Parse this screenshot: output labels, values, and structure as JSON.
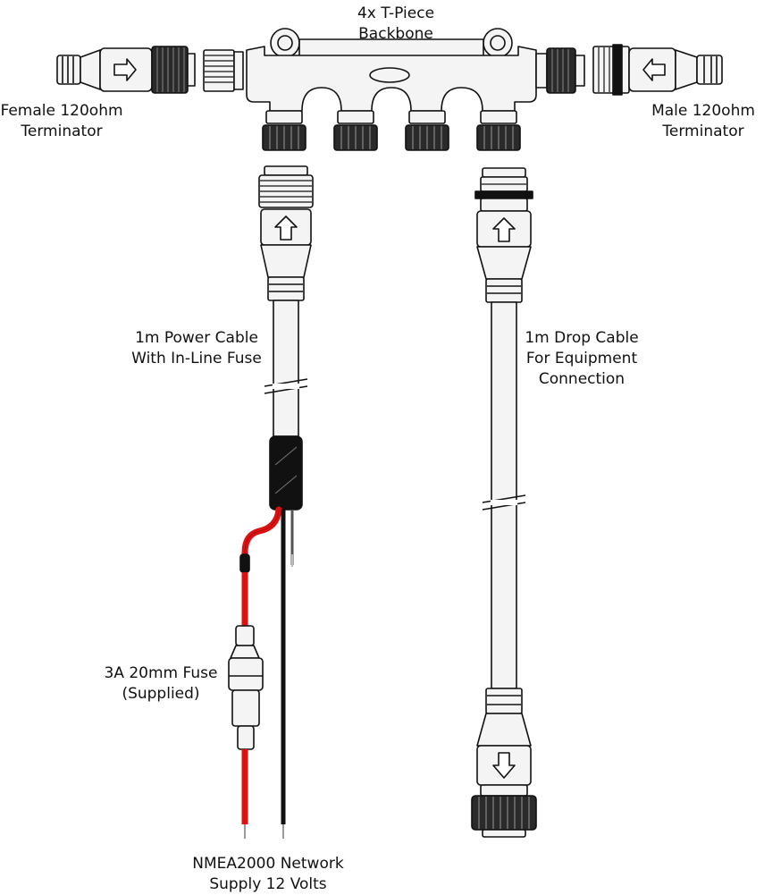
{
  "labels": {
    "backbone": [
      "4x T-Piece",
      "Backbone"
    ],
    "female_terminator": [
      "Female 120ohm",
      "Terminator"
    ],
    "male_terminator": [
      "Male 120ohm",
      "Terminator"
    ],
    "power_cable": [
      "1m Power Cable",
      "With In-Line Fuse"
    ],
    "drop_cable": [
      "1m Drop Cable",
      "For Equipment",
      "Connection"
    ],
    "fuse": [
      "3A 20mm Fuse",
      "(Supplied)"
    ],
    "supply": [
      "NMEA2000 Network",
      "Supply 12 Volts"
    ]
  },
  "colors": {
    "line": "#111111",
    "connector_fill": "#f4f4f4",
    "nut_fill": "#2a2a2a",
    "positive_wire": "#e01010",
    "negative_wire": "#111111",
    "heatshrink": "#111111"
  },
  "icons": {
    "arrow_right": "arrow-right-icon",
    "arrow_left": "arrow-left-icon",
    "arrow_up": "arrow-up-icon",
    "arrow_down": "arrow-down-icon"
  }
}
